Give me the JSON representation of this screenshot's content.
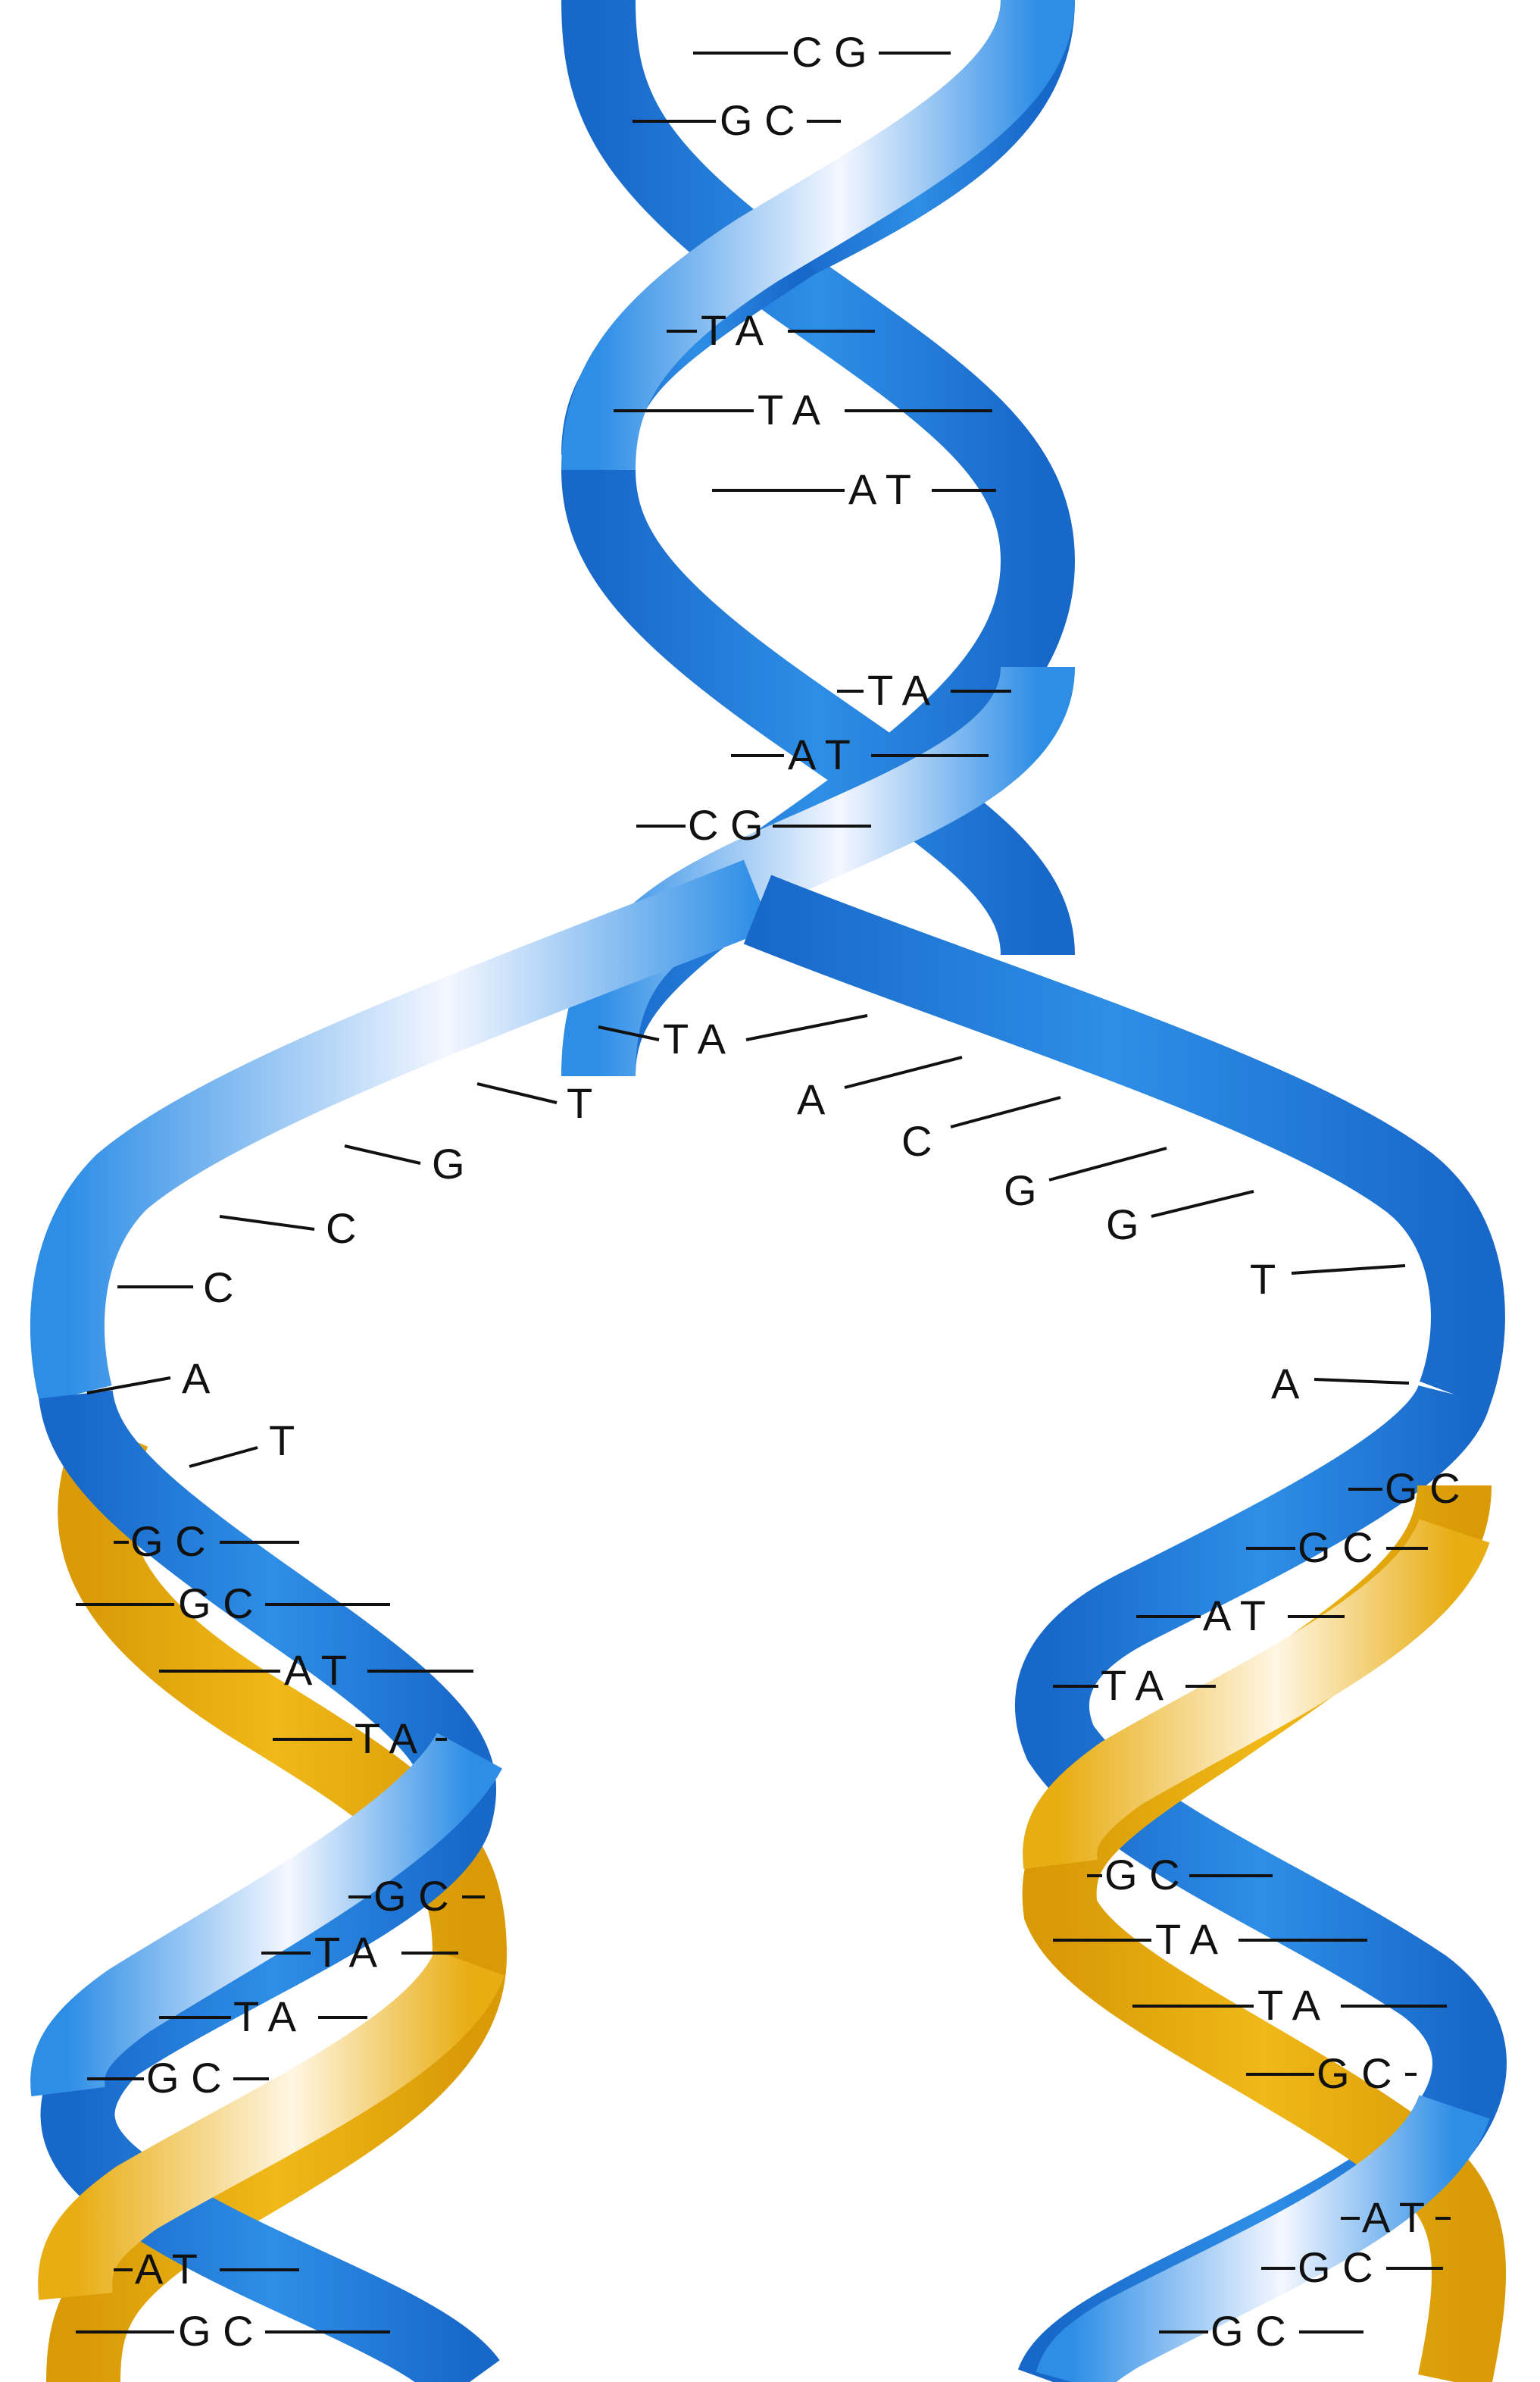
{
  "colors": {
    "parent_strand": "#2e8ee6",
    "parent_strand_dark": "#1868c9",
    "daughter_strand": "#e8ad12",
    "highlight": "#f4f7ff",
    "ink": "#111111"
  },
  "parent_helix_pairs": [
    {
      "id": "p1",
      "text": "C G"
    },
    {
      "id": "p2",
      "text": "G C"
    },
    {
      "id": "p3",
      "text": "T A"
    },
    {
      "id": "p4",
      "text": "T A"
    },
    {
      "id": "p5",
      "text": "A T"
    },
    {
      "id": "p6",
      "text": "T A"
    },
    {
      "id": "p7",
      "text": "A T"
    },
    {
      "id": "p8",
      "text": "C G"
    },
    {
      "id": "p9",
      "text": "T A"
    }
  ],
  "fork_left_bases": [
    {
      "id": "l1",
      "text": "T"
    },
    {
      "id": "l2",
      "text": "G"
    },
    {
      "id": "l3",
      "text": "C"
    },
    {
      "id": "l4",
      "text": "C"
    },
    {
      "id": "l5",
      "text": "A"
    },
    {
      "id": "l6",
      "text": "T"
    }
  ],
  "fork_right_bases": [
    {
      "id": "r1",
      "text": "A"
    },
    {
      "id": "r2",
      "text": "C"
    },
    {
      "id": "r3",
      "text": "G"
    },
    {
      "id": "r4",
      "text": "G"
    },
    {
      "id": "r5",
      "text": "T"
    },
    {
      "id": "r6",
      "text": "A"
    }
  ],
  "left_daughter_pairs": [
    {
      "id": "ld1",
      "text": "G C"
    },
    {
      "id": "ld2",
      "text": "G C"
    },
    {
      "id": "ld3",
      "text": "A T"
    },
    {
      "id": "ld4",
      "text": "T A"
    },
    {
      "id": "ld5",
      "text": "G C"
    },
    {
      "id": "ld6",
      "text": "T A"
    },
    {
      "id": "ld7",
      "text": "T A"
    },
    {
      "id": "ld8",
      "text": "G C"
    },
    {
      "id": "ld9",
      "text": "A T"
    },
    {
      "id": "ld10",
      "text": "G C"
    }
  ],
  "right_daughter_pairs": [
    {
      "id": "rd1",
      "text": "G C"
    },
    {
      "id": "rd2",
      "text": "G C"
    },
    {
      "id": "rd3",
      "text": "A T"
    },
    {
      "id": "rd4",
      "text": "T A"
    },
    {
      "id": "rd5",
      "text": "G C"
    },
    {
      "id": "rd6",
      "text": "T A"
    },
    {
      "id": "rd7",
      "text": "T A"
    },
    {
      "id": "rd8",
      "text": "G C"
    },
    {
      "id": "rd9",
      "text": "A T"
    },
    {
      "id": "rd10",
      "text": "G C"
    },
    {
      "id": "rd11",
      "text": "G C"
    }
  ]
}
